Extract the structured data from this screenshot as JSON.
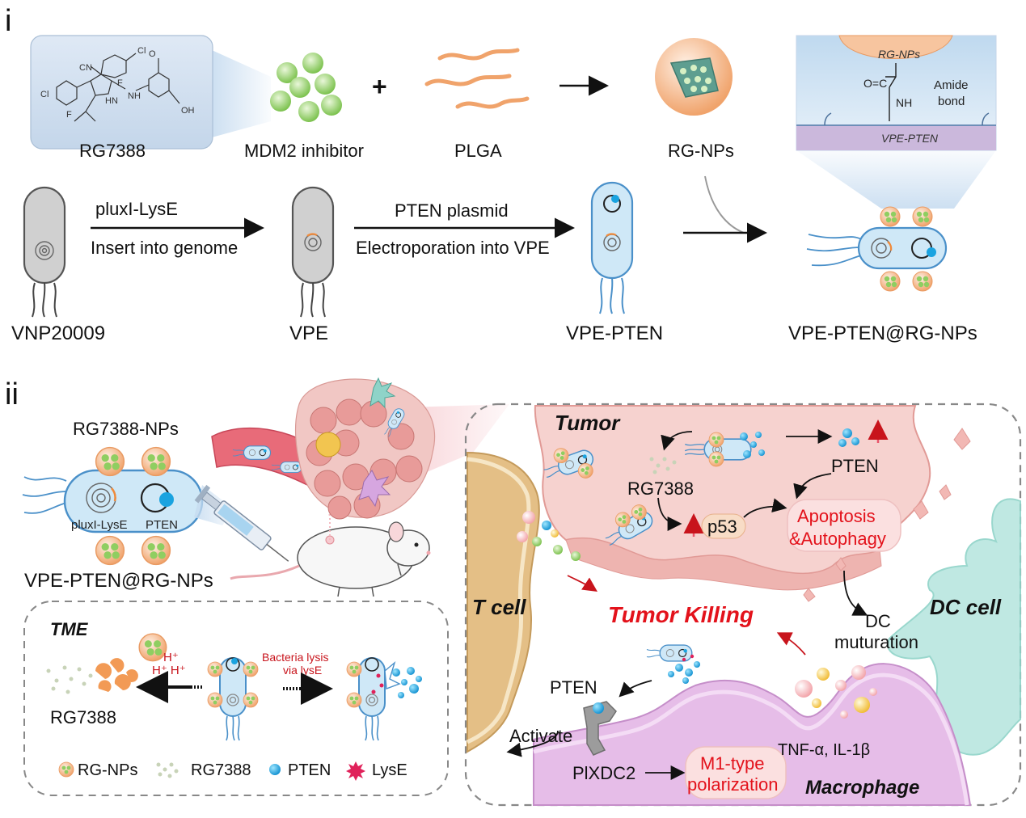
{
  "panel_i": {
    "label": "i",
    "rg7388": "RG7388",
    "mdm2": "MDM2 inhibitor",
    "plus": "+",
    "plga": "PLGA",
    "rgnps": "RG-NPs",
    "inset_top": "RG-NPs",
    "inset_chem_o": "O=C",
    "inset_chem_nh": "NH",
    "inset_amide1": "Amide",
    "inset_amide2": "bond",
    "inset_bottom": "VPE-PTEN",
    "chem_cn": "CN",
    "chem_cl1": "Cl",
    "chem_cl2": "Cl",
    "chem_f1": "F",
    "chem_f2": "F",
    "chem_o": "O",
    "chem_oh": "OH",
    "chem_nh": "NH",
    "chem_hn": "HN",
    "step1_top": "pluxI-LysE",
    "step1_bottom": "Insert into genome",
    "step2_top": "PTEN plasmid",
    "step2_bottom": "Electroporation into VPE",
    "vnp": "VNP20009",
    "vpe": "VPE",
    "vpe_pten": "VPE-PTEN",
    "final": "VPE-PTEN@RG-NPs"
  },
  "panel_ii": {
    "label": "ii",
    "rg7388_nps": "RG7388-NPs",
    "plux": "pluxI-LysE",
    "pten_inside": "PTEN",
    "vpe_rg": "VPE-PTEN@RG-NPs",
    "tme": "TME",
    "h1": "H⁺",
    "h2": "H⁺  H⁺",
    "lysis1": "Bacteria lysis",
    "lysis2": "via lysE",
    "tme_rg": "RG7388",
    "legend": {
      "rgnps": "RG-NPs",
      "rg7388": "RG7388",
      "pten": "PTEN",
      "lyse": "LysE"
    },
    "tumor": "Tumor",
    "rg_tumor": "RG7388",
    "pten_tumor": "PTEN",
    "p53": "p53",
    "apop1": "Apoptosis",
    "apop2": "&Autophagy",
    "dc1": "DC",
    "dc2": "muturation",
    "tcell": "T cell",
    "dccell": "DC cell",
    "killing": "Tumor Killing",
    "pten_mac": "PTEN",
    "activate": "Activate",
    "plxdc2": "PlXDC2",
    "m1a": "M1-type",
    "m1b": "polarization",
    "tnf": "TNF-α, IL-1β",
    "macrophage": "Macrophage"
  },
  "colors": {
    "nanoparticle": "#9ed47a",
    "rg_shell": "#f7c59f",
    "bacteria": "#cfe8f7",
    "bacteria_stroke": "#4a90c9",
    "pten": "#1aa3e0",
    "tumor": "#f2b7b3",
    "macrophage": "#d9a6d6",
    "dc": "#8fd3c8",
    "tcell": "#e4bf86",
    "red_text": "#e3121b"
  },
  "icons": [
    "syringe-icon",
    "mouse-icon",
    "blood-vessel-icon",
    "tumor-mass-icon"
  ]
}
